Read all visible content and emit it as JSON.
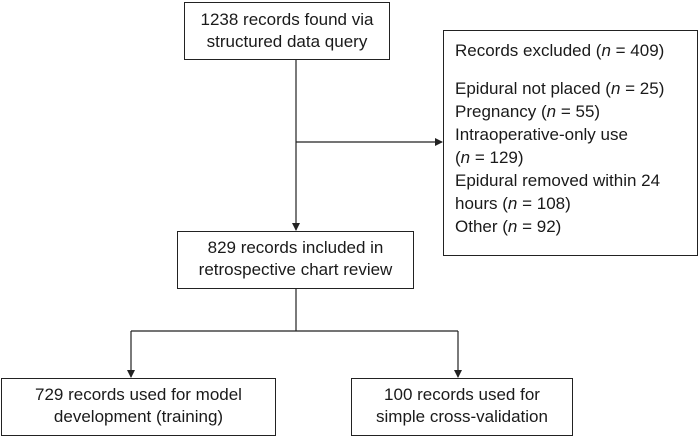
{
  "query_box": {
    "line1": "1238 records found via",
    "line2": "structured data query"
  },
  "excluded_box": {
    "title_prefix": "Records excluded (",
    "title_n": "n",
    "title_suffix": " = 409)",
    "items": [
      {
        "pre": "Epidural not placed (",
        "n": "n",
        "post": " = 25)"
      },
      {
        "pre": "Pregnancy (",
        "n": "n",
        "post": " = 55)"
      },
      {
        "pre": "Intraoperative-only use",
        "n": "",
        "post": ""
      },
      {
        "pre": "(",
        "n": "n",
        "post": " = 129)"
      },
      {
        "pre": "Epidural removed within 24",
        "n": "",
        "post": ""
      },
      {
        "pre": "hours (",
        "n": "n",
        "post": " = 108)"
      },
      {
        "pre": "Other (",
        "n": "n",
        "post": " = 92)"
      }
    ]
  },
  "included_box": {
    "line1": "829 records included in",
    "line2": "retrospective chart review"
  },
  "training_box": {
    "line1": "729 records used for model",
    "line2": "development (training)"
  },
  "validation_box": {
    "line1": "100 records used for",
    "line2": "simple cross-validation"
  }
}
